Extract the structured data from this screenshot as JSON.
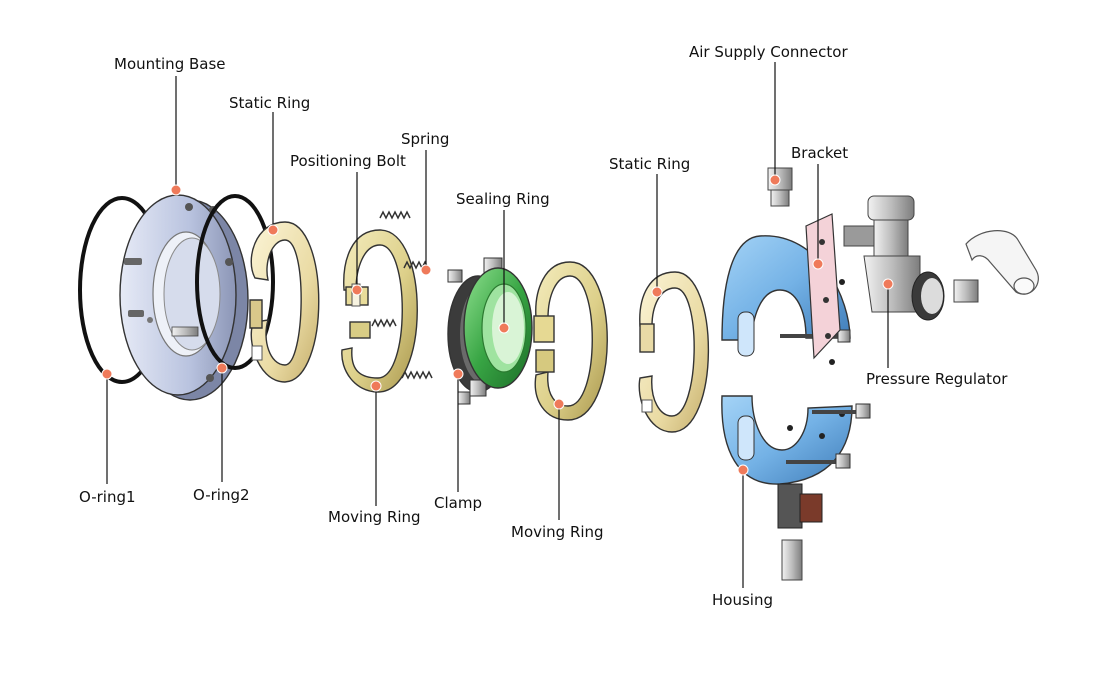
{
  "labels": {
    "mounting_base": "Mounting Base",
    "static_ring_1": "Static Ring",
    "positioning_bolt": "Positioning Bolt",
    "spring": "Spring",
    "sealing_ring": "Sealing Ring",
    "static_ring_2": "Static Ring",
    "air_supply_connector": "Air Supply Connector",
    "bracket": "Bracket",
    "pressure_regulator": "Pressure Regulator",
    "o_ring_1": "O-ring1",
    "o_ring_2": "O-ring2",
    "moving_ring_1": "Moving Ring",
    "clamp": "Clamp",
    "moving_ring_2": "Moving Ring",
    "housing": "Housing"
  },
  "colors": {
    "brass": "#e9dc9a",
    "brass_dark": "#b9a85a",
    "static_ring": "#f1e6b8",
    "green": "#3fae4a",
    "housing": "#78b8ea",
    "housing_dark": "#4e8fc8",
    "base": "#c9d6ee",
    "bracket": "#f3cfd6",
    "metal": "#c8c8c8",
    "marker": "#ef7a5a"
  }
}
